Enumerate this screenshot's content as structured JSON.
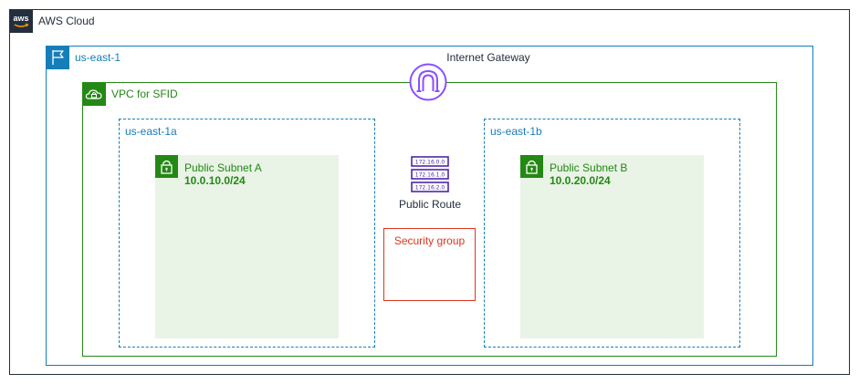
{
  "cloud": {
    "label": "AWS Cloud",
    "logo_text": "aws",
    "color": "#232F3E"
  },
  "region": {
    "label": "us-east-1",
    "color": "#147EBA"
  },
  "internet_gateway": {
    "label": "Internet Gateway",
    "color": "#8C4FFF",
    "icon": "internet-gateway-icon"
  },
  "vpc": {
    "label": "VPC for SFID",
    "color": "#248814"
  },
  "availability_zones": [
    {
      "label": "us-east-1a"
    },
    {
      "label": "us-east-1b"
    }
  ],
  "subnets": [
    {
      "name": "Public Subnet A",
      "cidr": "10.0.10.0/24"
    },
    {
      "name": "Public Subnet B",
      "cidr": "10.0.20.0/24"
    }
  ],
  "route_table": {
    "label": "Public Route",
    "icon": "route-table-icon",
    "entries": [
      "172.16.0.0",
      "172.16.1.0",
      "172.16.2.0"
    ]
  },
  "security_group": {
    "label": "Security group",
    "color": "#DD3522"
  }
}
